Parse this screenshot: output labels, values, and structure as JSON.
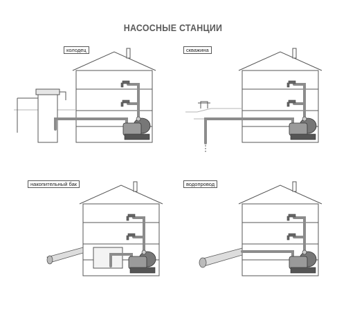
{
  "title": "НАСОСНЫЕ СТАНЦИИ",
  "panels": [
    {
      "id": "well",
      "label": "колодец"
    },
    {
      "id": "borehole",
      "label": "скважина"
    },
    {
      "id": "tank",
      "label": "накопительный бак"
    },
    {
      "id": "mains",
      "label": "водопровод"
    }
  ],
  "colors": {
    "line": "#555555",
    "pipe": "#8c8c8c",
    "fill_light": "#e6e6e6",
    "ground": "#b5b5b5"
  }
}
